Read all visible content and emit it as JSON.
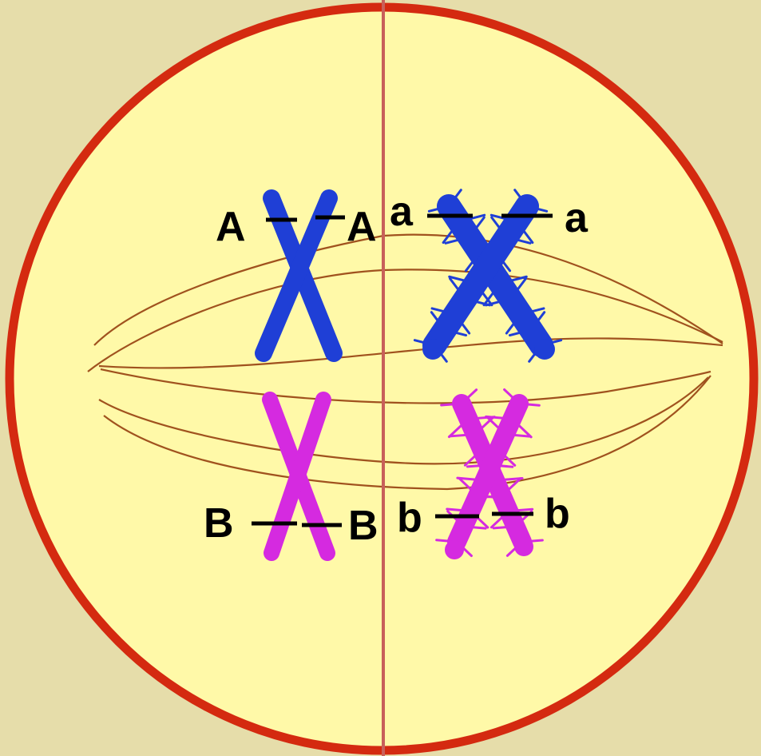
{
  "colors": {
    "background": "#e6ddaa",
    "cell_fill": "#fff9a8",
    "cell_membrane": "#d42a10",
    "equator_line": "#c8605a",
    "spindle": "#a0521e",
    "chromosome_large": "#1f3fd6",
    "chromosome_small": "#d52ae0",
    "locus_mark": "#000000"
  },
  "chromosomes": {
    "large_left": {
      "label_left": "A",
      "label_right": "A",
      "color_key": "chromosome_large",
      "style": "smooth"
    },
    "large_right": {
      "label_left": "a",
      "label_right": "a",
      "color_key": "chromosome_large",
      "style": "fuzzy"
    },
    "small_left": {
      "label_left": "B",
      "label_right": "B",
      "color_key": "chromosome_small",
      "style": "smooth"
    },
    "small_right": {
      "label_left": "b",
      "label_right": "b",
      "color_key": "chromosome_small",
      "style": "fuzzy"
    }
  }
}
